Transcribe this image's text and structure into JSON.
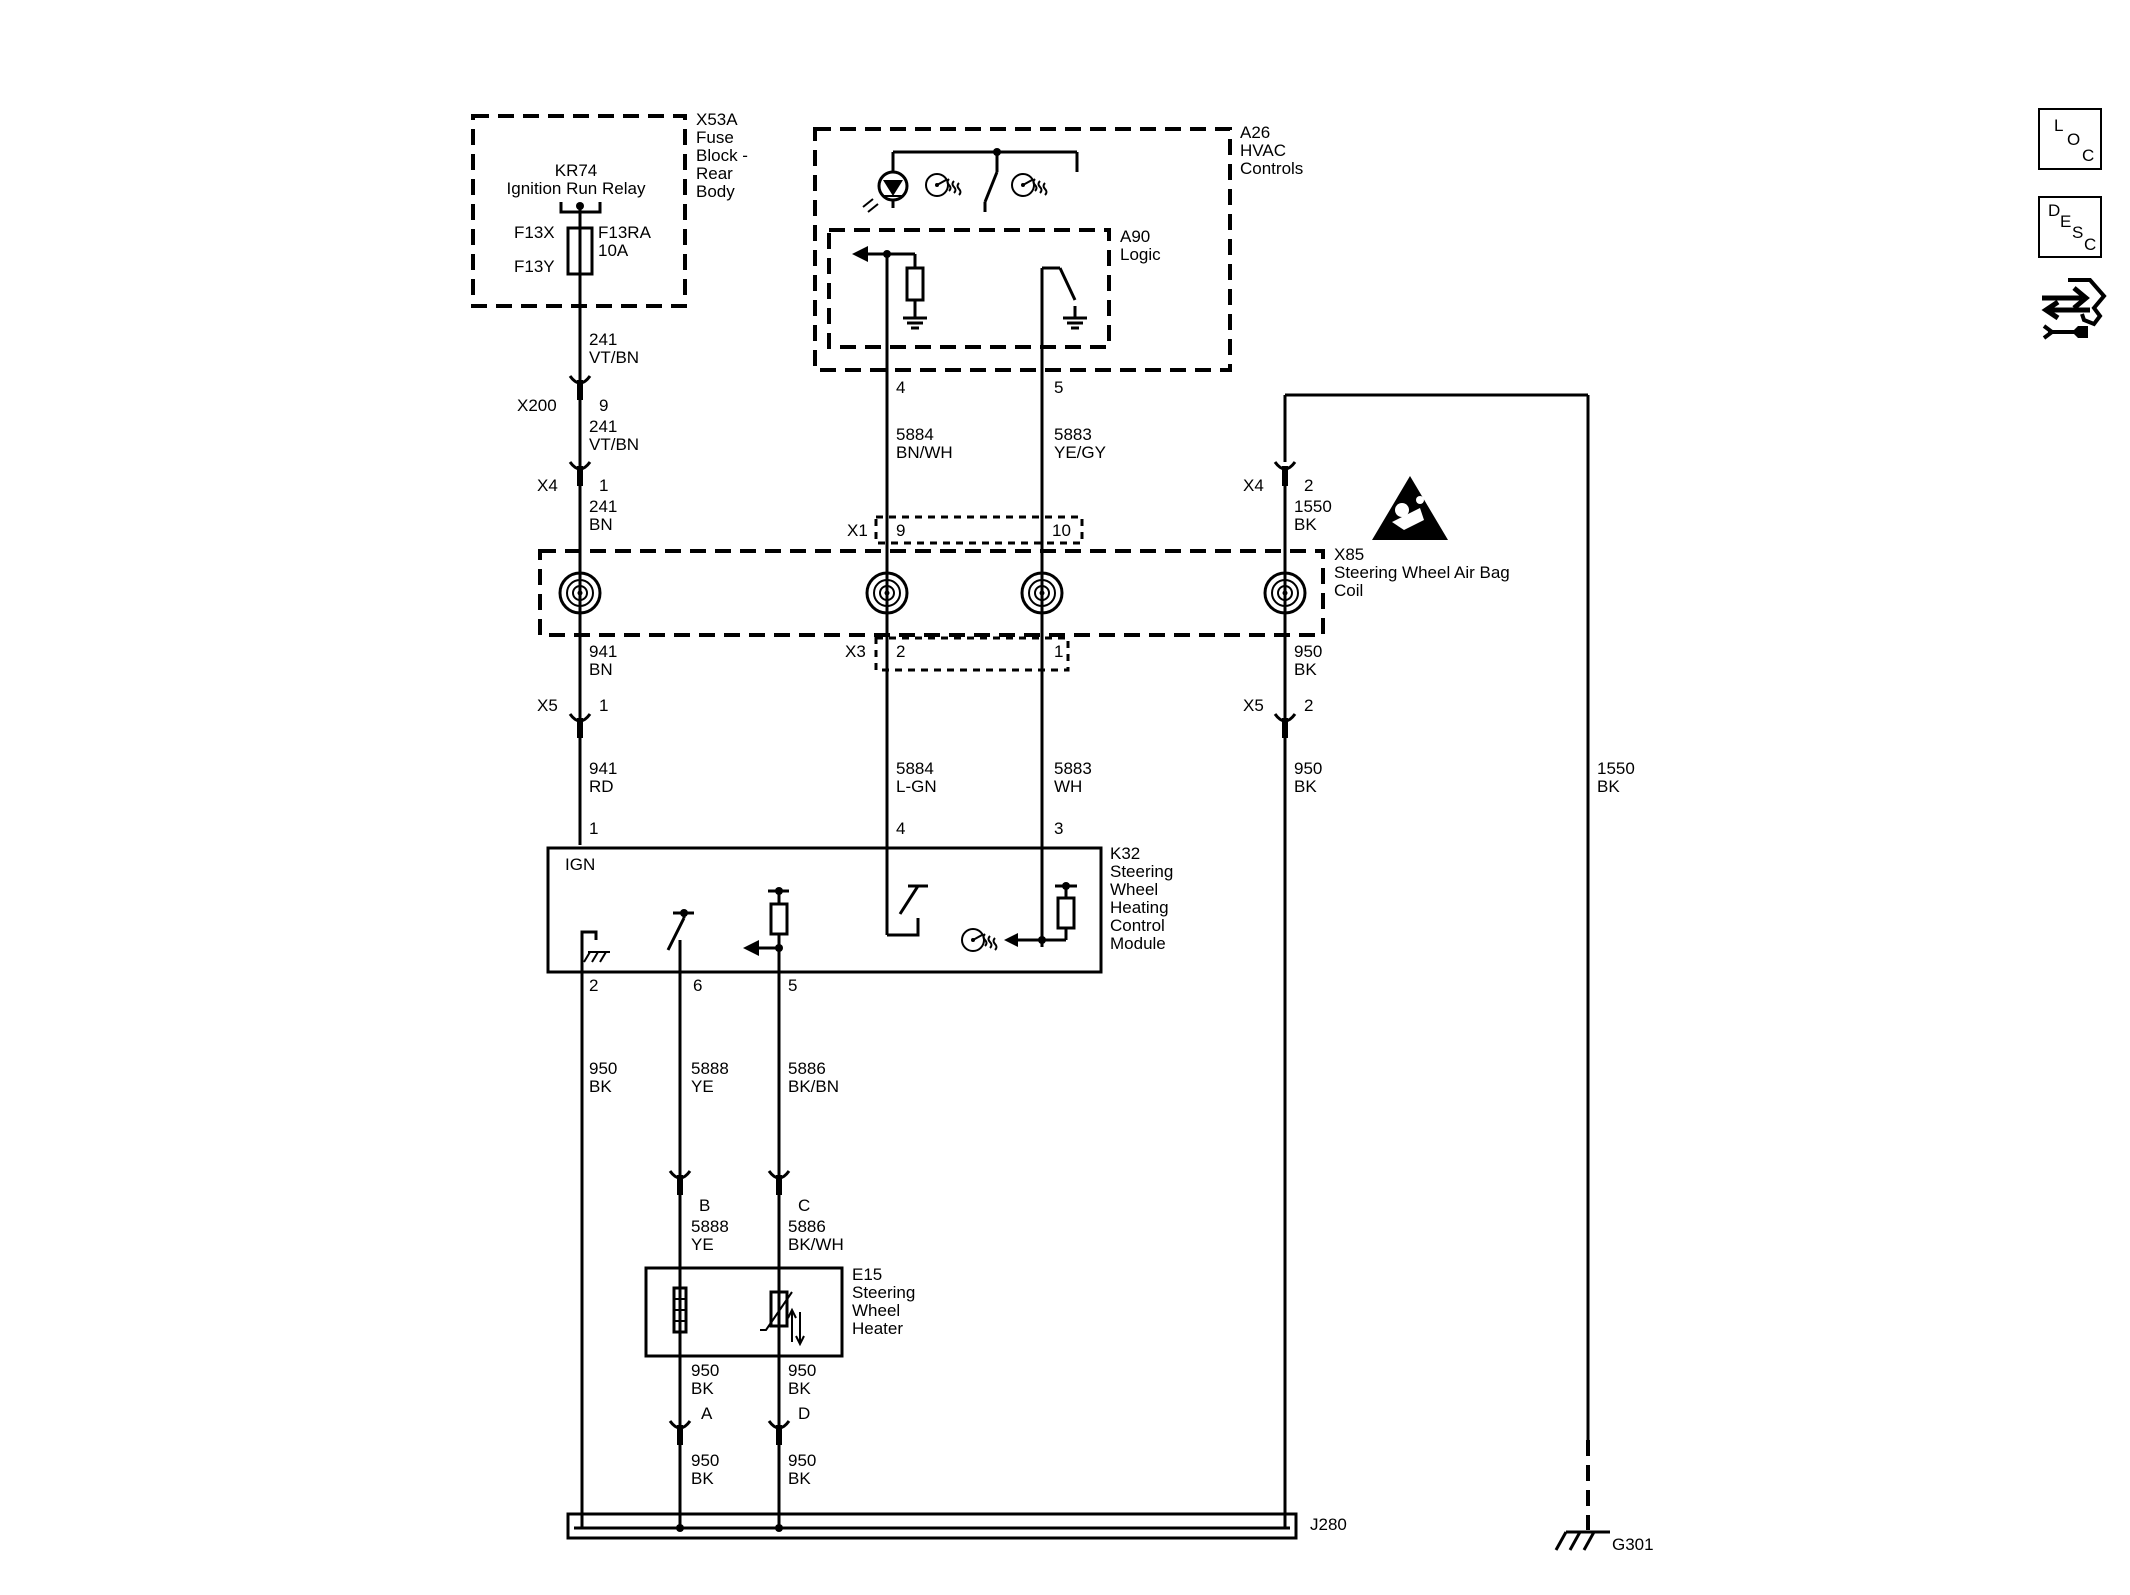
{
  "side_panel": {
    "loc": [
      "L",
      "O",
      "C"
    ],
    "desc": [
      "D",
      "E",
      "S",
      "C"
    ],
    "navigate_icon": "arrows-wrench-icon"
  },
  "components": {
    "x53a": [
      "X53A",
      "Fuse",
      "Block -",
      "Rear",
      "Body"
    ],
    "kr74": [
      "KR74",
      "Ignition Run Relay"
    ],
    "fuse": {
      "in": "F13X",
      "out": "F13Y",
      "name": "F13RA",
      "rating": "10A"
    },
    "a26": [
      "A26",
      "HVAC",
      "Controls"
    ],
    "a90": [
      "A90",
      "Logic"
    ],
    "x85": [
      "X85",
      "Steering Wheel Air Bag",
      "Coil"
    ],
    "k32": [
      "K32",
      "Steering",
      "Wheel",
      "Heating",
      "Control",
      "Module"
    ],
    "k32_ign": "IGN",
    "e15": [
      "E15",
      "Steering",
      "Wheel",
      "Heater"
    ],
    "j280": "J280",
    "g301": "G301"
  },
  "connectors": {
    "x200": "X200",
    "x4a": "X4",
    "x4b": "X4",
    "x5a": "X5",
    "x5b": "X5",
    "x1": "X1",
    "x3": "X3"
  },
  "pins": {
    "x200": "9",
    "x4a": "1",
    "x4b": "2",
    "x5a": "1",
    "x5b": "2",
    "a26_4": "4",
    "a26_5": "5",
    "x1_9": "9",
    "x1_10": "10",
    "x3_2": "2",
    "x3_1": "1",
    "k32_1": "1",
    "k32_4": "4",
    "k32_3": "3",
    "k32_2": "2",
    "k32_6": "6",
    "k32_5": "5",
    "e15_b": "B",
    "e15_c": "C",
    "e15_a": "A",
    "e15_d": "D"
  },
  "wires": {
    "w241a": [
      "241",
      "VT/BN"
    ],
    "w241b": [
      "241",
      "VT/BN"
    ],
    "w241c": [
      "241",
      "BN"
    ],
    "w941a": [
      "941",
      "BN"
    ],
    "w941b": [
      "941",
      "RD"
    ],
    "w5884a": [
      "5884",
      "BN/WH"
    ],
    "w5883a": [
      "5883",
      "YE/GY"
    ],
    "w5884b": [
      "5884",
      "L-GN"
    ],
    "w5883b": [
      "5883",
      "WH"
    ],
    "w1550a": [
      "1550",
      "BK"
    ],
    "w950a": [
      "950",
      "BK"
    ],
    "w950b": [
      "950",
      "BK"
    ],
    "w1550b": [
      "1550",
      "BK"
    ],
    "w950c": [
      "950",
      "BK"
    ],
    "w5888a": [
      "5888",
      "YE"
    ],
    "w5886a": [
      "5886",
      "BK/BN"
    ],
    "w5888b": [
      "5888",
      "YE"
    ],
    "w5886b": [
      "5886",
      "BK/WH"
    ],
    "w950d": [
      "950",
      "BK"
    ],
    "w950e": [
      "950",
      "BK"
    ],
    "w950f": [
      "950",
      "BK"
    ],
    "w950g": [
      "950",
      "BK"
    ]
  },
  "icons": {
    "airbag_warning": "airbag-warning-icon"
  }
}
